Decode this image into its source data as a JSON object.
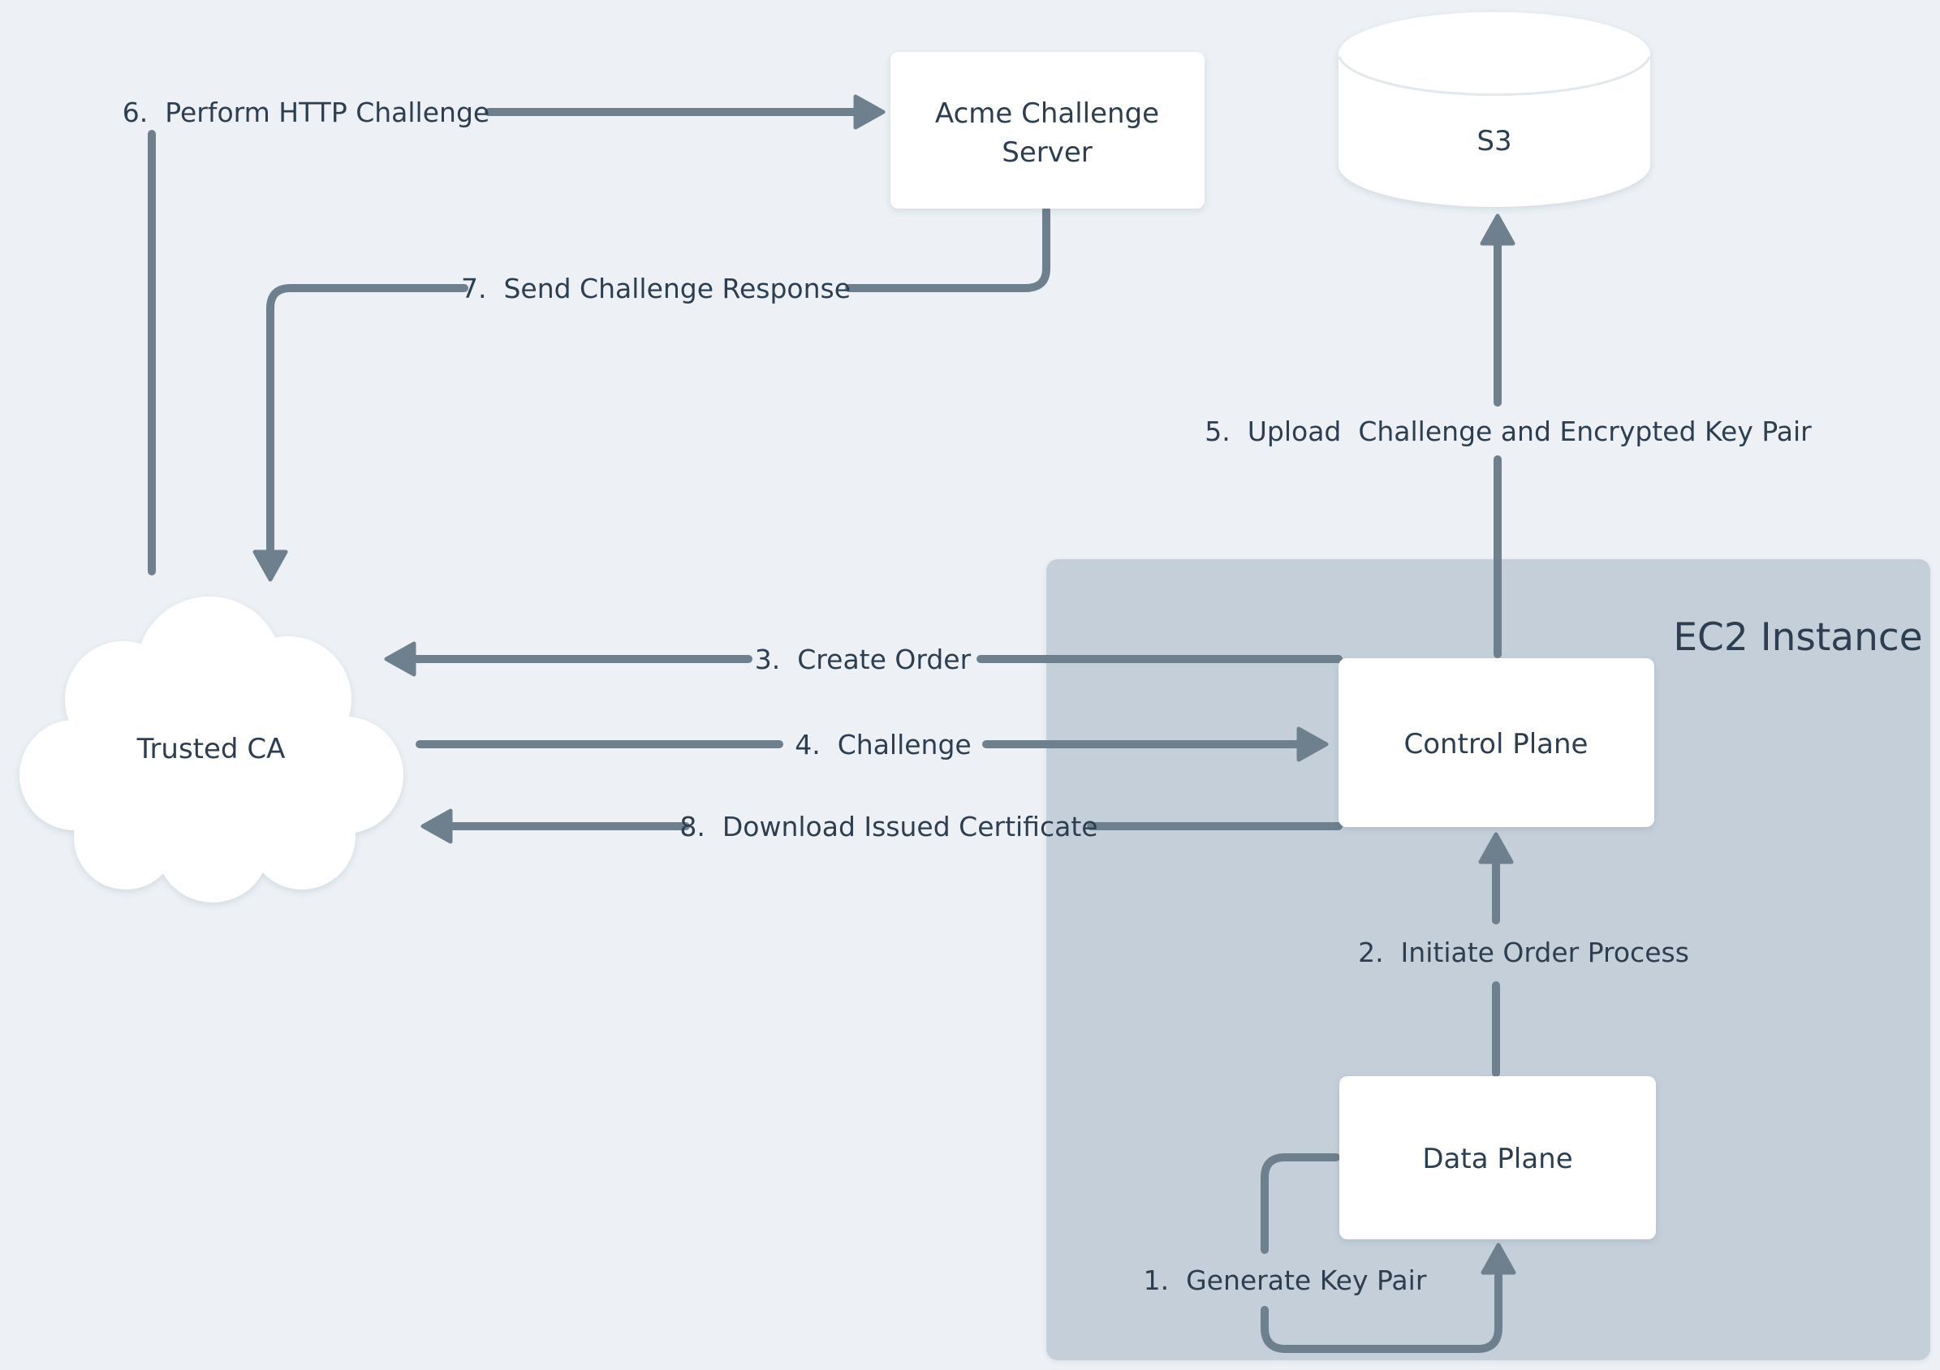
{
  "colors": {
    "bg": "#edf1f5",
    "container": "#c5cfd9",
    "node": "#ffffff",
    "arrow": "#6e7f8e",
    "ink": "#2d3e50",
    "rim": "#e2e8ee"
  },
  "diagram": {
    "container": {
      "label": "EC2 Instance"
    },
    "nodes": {
      "acme": {
        "label_line1": "Acme Challenge",
        "label_line2": "Server"
      },
      "s3": {
        "label": "S3"
      },
      "trusted_ca": {
        "label": "Trusted CA"
      },
      "control_plane": {
        "label": "Control Plane"
      },
      "data_plane": {
        "label": "Data Plane"
      }
    },
    "edges": {
      "step1": {
        "label": "1.  Generate Key Pair"
      },
      "step2": {
        "label": "2.  Initiate Order Process"
      },
      "step3": {
        "label": "3.  Create Order"
      },
      "step4": {
        "label": "4.  Challenge"
      },
      "step5": {
        "label": "5.  Upload  Challenge and Encrypted Key Pair"
      },
      "step6": {
        "label": "6.  Perform HTTP Challenge"
      },
      "step7": {
        "label": "7.  Send Challenge Response"
      },
      "step8": {
        "label": "8.  Download Issued Certificate"
      }
    }
  }
}
